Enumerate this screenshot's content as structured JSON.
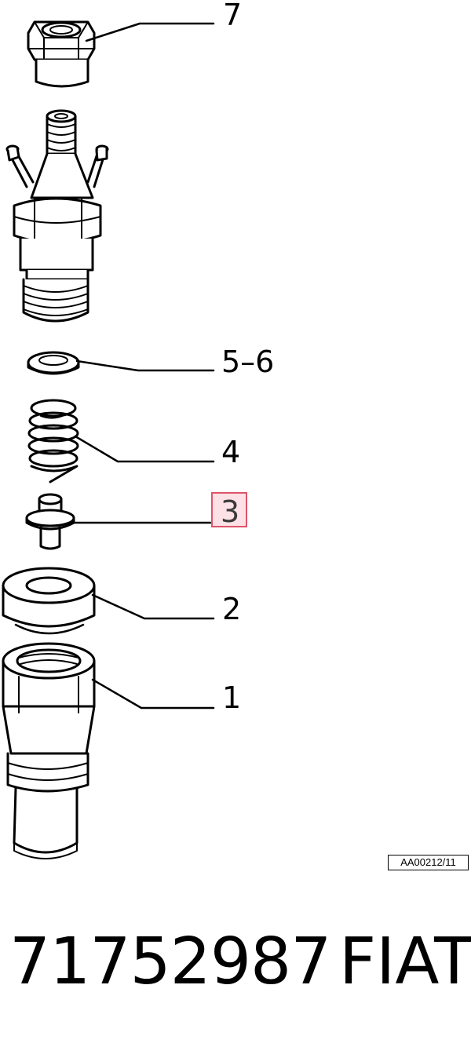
{
  "callouts": {
    "c7": "7",
    "c56": "5–6",
    "c4": "4",
    "c3": "3",
    "c2": "2",
    "c1": "1"
  },
  "highlighted_callout": "3",
  "highlight_color": "#e0546a",
  "reference_code": "AA00212/11",
  "part_number": "71752987",
  "brand": "FIAT"
}
